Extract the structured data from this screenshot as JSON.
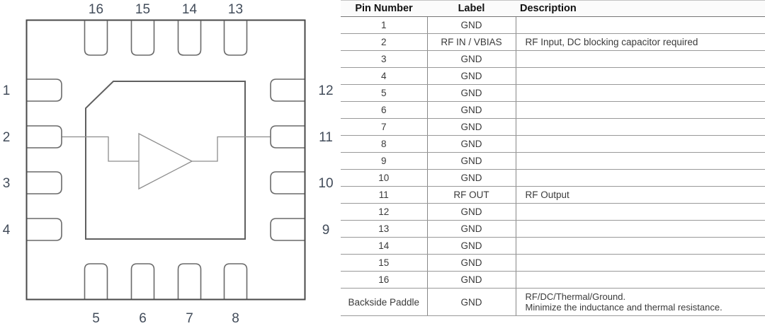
{
  "diagram": {
    "pin_labels": {
      "top": [
        "16",
        "15",
        "14",
        "13"
      ],
      "left": [
        "1",
        "2",
        "3",
        "4"
      ],
      "right": [
        "12",
        "11",
        "10",
        "9"
      ],
      "bottom": [
        "5",
        "6",
        "7",
        "8"
      ]
    },
    "colors": {
      "package_outline": "#4a4a4a",
      "die_outline": "#606060",
      "pin_pad_outline": "#6a6a6a",
      "wire": "#8d8d8d",
      "pin_number_text": "#424c5a"
    }
  },
  "table": {
    "headers": [
      "Pin Number",
      "Label",
      "Description"
    ],
    "border_color": "#999999",
    "rows": [
      {
        "pin": "1",
        "label": "GND",
        "desc": ""
      },
      {
        "pin": "2",
        "label": "RF IN / VBIAS",
        "desc": "RF Input, DC blocking capacitor required"
      },
      {
        "pin": "3",
        "label": "GND",
        "desc": ""
      },
      {
        "pin": "4",
        "label": "GND",
        "desc": ""
      },
      {
        "pin": "5",
        "label": "GND",
        "desc": ""
      },
      {
        "pin": "6",
        "label": "GND",
        "desc": ""
      },
      {
        "pin": "7",
        "label": "GND",
        "desc": ""
      },
      {
        "pin": "8",
        "label": "GND",
        "desc": ""
      },
      {
        "pin": "9",
        "label": "GND",
        "desc": ""
      },
      {
        "pin": "10",
        "label": "GND",
        "desc": ""
      },
      {
        "pin": "11",
        "label": "RF OUT",
        "desc": "RF Output"
      },
      {
        "pin": "12",
        "label": "GND",
        "desc": ""
      },
      {
        "pin": "13",
        "label": "GND",
        "desc": ""
      },
      {
        "pin": "14",
        "label": "GND",
        "desc": ""
      },
      {
        "pin": "15",
        "label": "GND",
        "desc": ""
      },
      {
        "pin": "16",
        "label": "GND",
        "desc": ""
      },
      {
        "pin": "Backside Paddle",
        "label": "GND",
        "desc_line1": "RF/DC/Thermal/Ground.",
        "desc_line2": "Minimize the inductance and thermal resistance."
      }
    ]
  }
}
